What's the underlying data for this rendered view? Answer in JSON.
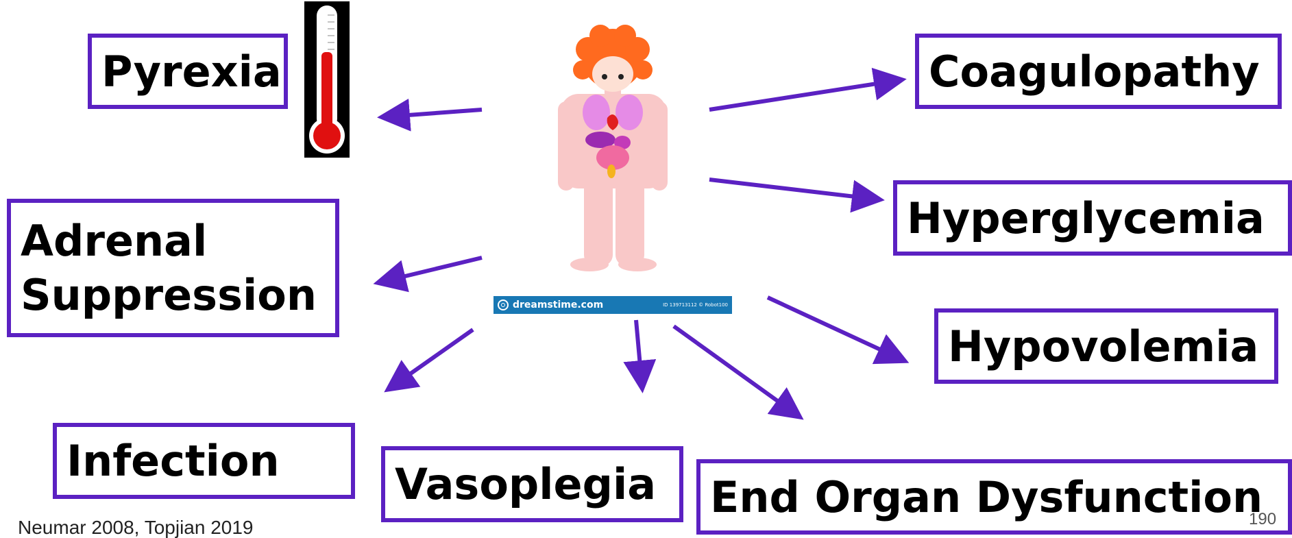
{
  "labels": {
    "pyrexia": "Pyrexia",
    "coagulopathy": "Coagulopathy",
    "adrenal_line1": "Adrenal",
    "adrenal_line2": "Suppression",
    "hyperglycemia": "Hyperglycemia",
    "hypovolemia": "Hypovolemia",
    "infection": "Infection",
    "vasoplegia": "Vasoplegia",
    "end_organ": "End Organ Dysfunction"
  },
  "watermark": {
    "site": "dreamstime.com",
    "id_text": "ID 139713112 © Robot100"
  },
  "footnote": "Neumar 2008, Topjian 2019",
  "page_number": "190",
  "colors": {
    "box_border": "#5b21c2",
    "arrow": "#5b21c2",
    "watermark_bar": "#1878b4",
    "thermometer_fill": "#e01010"
  },
  "icons": {
    "center": "human-body-organs-icon",
    "thermometer": "thermometer-icon"
  }
}
